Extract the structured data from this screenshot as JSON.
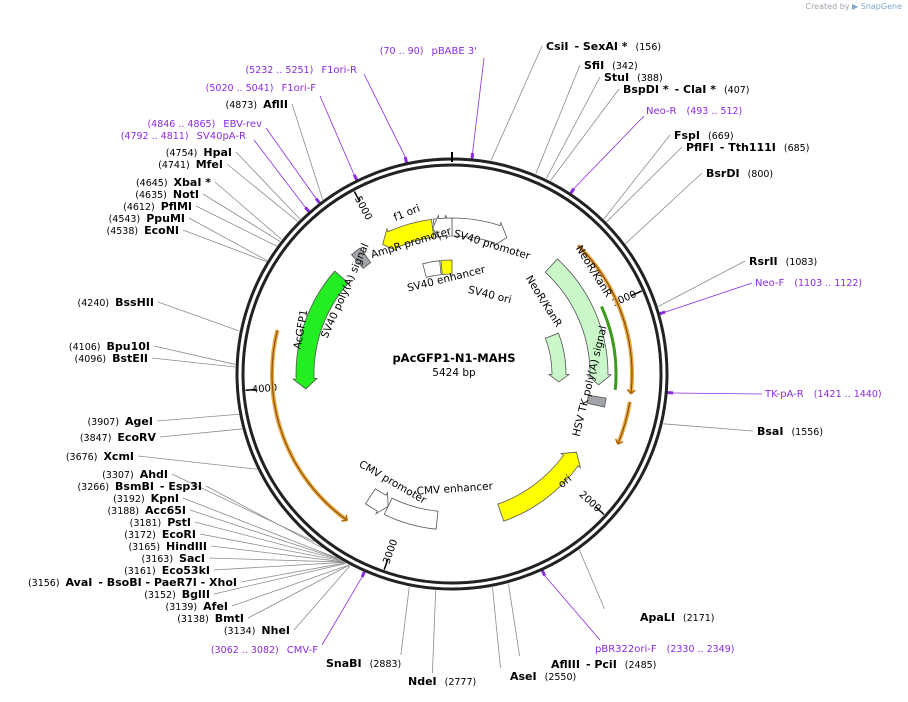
{
  "credit": {
    "prefix": "Created by",
    "brand": "SnapGene"
  },
  "plasmid": {
    "name": "pAcGFP1-N1-MAHS",
    "length_label": "5424 bp",
    "length": 5424
  },
  "ruler_ticks": [
    {
      "pos": 1000,
      "label": "1000"
    },
    {
      "pos": 2000,
      "label": "2000"
    },
    {
      "pos": 3000,
      "label": "3000"
    },
    {
      "pos": 4000,
      "label": "4000"
    },
    {
      "pos": 5000,
      "label": "5000"
    }
  ],
  "features": [
    {
      "name": "NeoR/KanR",
      "start": 640,
      "end": 1420,
      "ring": 1,
      "dir": 1,
      "color": "#c9f7c9",
      "type": "arrow"
    },
    {
      "name": "NeoR/KanR",
      "start": 1040,
      "end": 1420,
      "ring": 2,
      "dir": 1,
      "color": "#c9f7c9",
      "type": "arrow"
    },
    {
      "name": "SV40 promoter",
      "start": 5320,
      "end": 5424,
      "ring": 1,
      "dir": 1,
      "color": "#ffffff",
      "type": "arrow",
      "label_ext": "SV40 promoter"
    },
    {
      "name": "",
      "start": 0,
      "end": 330,
      "ring": 1,
      "dir": 1,
      "color": "#ffffff",
      "type": "arrow"
    },
    {
      "name": "SV40 ori",
      "start": 5340,
      "end": 5424,
      "ring": 2,
      "dir": 1,
      "color": "#ffff00",
      "type": "box"
    },
    {
      "name": "SV40 enhancer",
      "start": 5200,
      "end": 5330,
      "ring": 2,
      "dir": 1,
      "color": "#ffffff",
      "type": "box"
    },
    {
      "name": "HSV TK poly(A) signal",
      "start": 1490,
      "end": 1540,
      "ring": 1,
      "dir": 0,
      "color": "#a0a4a8",
      "type": "box"
    },
    {
      "name": "ori",
      "start": 1840,
      "end": 2420,
      "ring": 1,
      "dir": -1,
      "color": "#ffff00",
      "type": "arrow"
    },
    {
      "name": "CMV enhancer",
      "start": 2800,
      "end": 3100,
      "ring": 1,
      "dir": -1,
      "color": "#ffffff",
      "type": "box"
    },
    {
      "name": "CMV promoter",
      "start": 3100,
      "end": 3220,
      "ring": 1,
      "dir": -1,
      "color": "#ffffff",
      "type": "arrow"
    },
    {
      "name": "AcGFP1",
      "start": 3980,
      "end": 4690,
      "ring": 1,
      "dir": -1,
      "color": "#22ee22",
      "type": "arrow"
    },
    {
      "name": "SV40 poly(A) signal",
      "start": 4820,
      "end": 4880,
      "ring": 1,
      "dir": 0,
      "color": "#a0a4a8",
      "type": "box"
    },
    {
      "name": "f1 ori",
      "start": 5000,
      "end": 5310,
      "ring": 1,
      "dir": -1,
      "color": "#ffff00",
      "type": "arrow"
    },
    {
      "name": "AmpR promoter",
      "start": 5310,
      "end": 5424,
      "ring": 1,
      "dir": -1,
      "color": "#ffffff",
      "type": "arrow"
    }
  ],
  "feature_labels": {
    "sv40_promoter": "SV40 promoter",
    "ampr_promoter": "AmpR promoter",
    "f1_ori": "f1 ori",
    "sv40_polya": "SV40 poly(A) signal",
    "acgfp1": "AcGFP1",
    "sv40_enhancer": "SV40 enhancer",
    "sv40_ori": "SV40 ori",
    "neor_outer": "NeoR/KanR",
    "neor_inner": "NeoR/KanR",
    "hsv_tk": "HSV TK poly(A) signal",
    "ori": "ori",
    "cmv_enhancer": "CMV enhancer",
    "cmv_promoter": "CMV promoter"
  },
  "orange_arcs": [
    {
      "start": 670,
      "end": 1450,
      "dir": 1
    },
    {
      "start": 1490,
      "end": 1700,
      "dir": 1
    },
    {
      "start": 3250,
      "end": 4280,
      "dir": -1
    }
  ],
  "green_arc": {
    "start": 990,
    "end": 1440,
    "dir": -1
  },
  "sites_right": [
    {
      "name": "CsiI",
      "extra": "- SexAI *",
      "pos": "(156)",
      "site": 156
    },
    {
      "name": "SfiI",
      "extra": "",
      "pos": "(342)",
      "site": 342
    },
    {
      "name": "StuI",
      "extra": "",
      "pos": "(388)",
      "site": 388
    },
    {
      "name": "BspDI *",
      "extra": "- ClaI *",
      "pos": "(407)",
      "site": 407
    },
    {
      "name": "FspI",
      "extra": "",
      "pos": "(669)",
      "site": 669
    },
    {
      "name": "PflFI",
      "extra": "- Tth111I",
      "pos": "(685)",
      "site": 685
    },
    {
      "name": "BsrDI",
      "extra": "",
      "pos": "(800)",
      "site": 800
    },
    {
      "name": "RsrII",
      "extra": "",
      "pos": "(1083)",
      "site": 1083
    },
    {
      "name": "BsaI",
      "extra": "",
      "pos": "(1556)",
      "site": 1556
    },
    {
      "name": "ApaLI",
      "extra": "",
      "pos": "(2171)",
      "site": 2171
    },
    {
      "name": "AflIII",
      "extra": "- PciI",
      "pos": "(2485)",
      "site": 2485
    },
    {
      "name": "AseI",
      "extra": "",
      "pos": "(2550)",
      "site": 2550
    },
    {
      "name": "NdeI",
      "extra": "",
      "pos": "(2777)",
      "site": 2777
    },
    {
      "name": "SnaBI",
      "extra": "",
      "pos": "(2883)",
      "site": 2883
    }
  ],
  "sites_left": [
    {
      "name": "AflII",
      "pos": "(4873)",
      "site": 4873
    },
    {
      "name": "HpaI",
      "pos": "(4754)",
      "site": 4754
    },
    {
      "name": "MfeI",
      "pos": "(4741)",
      "site": 4741
    },
    {
      "name": "XbaI *",
      "pos": "(4645)",
      "site": 4645
    },
    {
      "name": "NotI",
      "pos": "(4635)",
      "site": 4635
    },
    {
      "name": "PflMI",
      "pos": "(4612)",
      "site": 4612
    },
    {
      "name": "PpuMI",
      "pos": "(4543)",
      "site": 4543
    },
    {
      "name": "EcoNI",
      "pos": "(4538)",
      "site": 4538
    },
    {
      "name": "BssHII",
      "pos": "(4240)",
      "site": 4240
    },
    {
      "name": "Bpu10I",
      "pos": "(4106)",
      "site": 4106
    },
    {
      "name": "BstEII",
      "pos": "(4096)",
      "site": 4096
    },
    {
      "name": "AgeI",
      "pos": "(3907)",
      "site": 3907
    },
    {
      "name": "EcoRV",
      "pos": "(3847)",
      "site": 3847
    },
    {
      "name": "XcmI",
      "pos": "(3676)",
      "site": 3676
    },
    {
      "name": "AhdI",
      "pos": "(3307)",
      "site": 3307
    },
    {
      "name": "BsmBI",
      "extra": "- Esp3I",
      "pos": "(3266)",
      "site": 3266
    },
    {
      "name": "KpnI",
      "pos": "(3192)",
      "site": 3192
    },
    {
      "name": "Acc65I",
      "pos": "(3188)",
      "site": 3188
    },
    {
      "name": "PstI",
      "pos": "(3181)",
      "site": 3181
    },
    {
      "name": "EcoRI",
      "pos": "(3172)",
      "site": 3172
    },
    {
      "name": "HindIII",
      "pos": "(3165)",
      "site": 3165
    },
    {
      "name": "SacI",
      "pos": "(3163)",
      "site": 3163
    },
    {
      "name": "Eco53kI",
      "pos": "(3161)",
      "site": 3161
    },
    {
      "name": "AvaI",
      "extra": "- BsoBI  - PaeR7I  - XhoI",
      "pos": "(3156)",
      "site": 3156
    },
    {
      "name": "BglII",
      "pos": "(3152)",
      "site": 3152
    },
    {
      "name": "AfeI",
      "pos": "(3139)",
      "site": 3139
    },
    {
      "name": "BmtI",
      "pos": "(3138)",
      "site": 3138
    },
    {
      "name": "NheI",
      "pos": "(3134)",
      "site": 3134
    }
  ],
  "primers": [
    {
      "name": "pBABE 3'",
      "pos": "(70 .. 90)",
      "site": 80
    },
    {
      "name": "F1ori-R",
      "pos": "(5232 .. 5251)",
      "site": 5241
    },
    {
      "name": "F1ori-F",
      "pos": "(5020 .. 5041)",
      "site": 5030
    },
    {
      "name": "EBV-rev",
      "pos": "(4846 .. 4865)",
      "site": 4855
    },
    {
      "name": "SV40pA-R",
      "pos": "(4792 .. 4811)",
      "site": 4801
    },
    {
      "name": "Neo-R",
      "pos": "(493 .. 512)",
      "site": 502
    },
    {
      "name": "Neo-F",
      "pos": "(1103 .. 1122)",
      "site": 1112
    },
    {
      "name": "TK-pA-R",
      "pos": "(1421 .. 1440)",
      "site": 1430
    },
    {
      "name": "pBR322ori-F",
      "pos": "(2330 .. 2349)",
      "site": 2340
    },
    {
      "name": "CMV-F",
      "pos": "(3062 .. 3082)",
      "site": 3072
    }
  ],
  "colors": {
    "backbone": "#222222",
    "site_line": "#8c8c8c",
    "primer": "#8a2be2",
    "orange": "#e8a33a",
    "green_arc": "#3a9a1a"
  }
}
